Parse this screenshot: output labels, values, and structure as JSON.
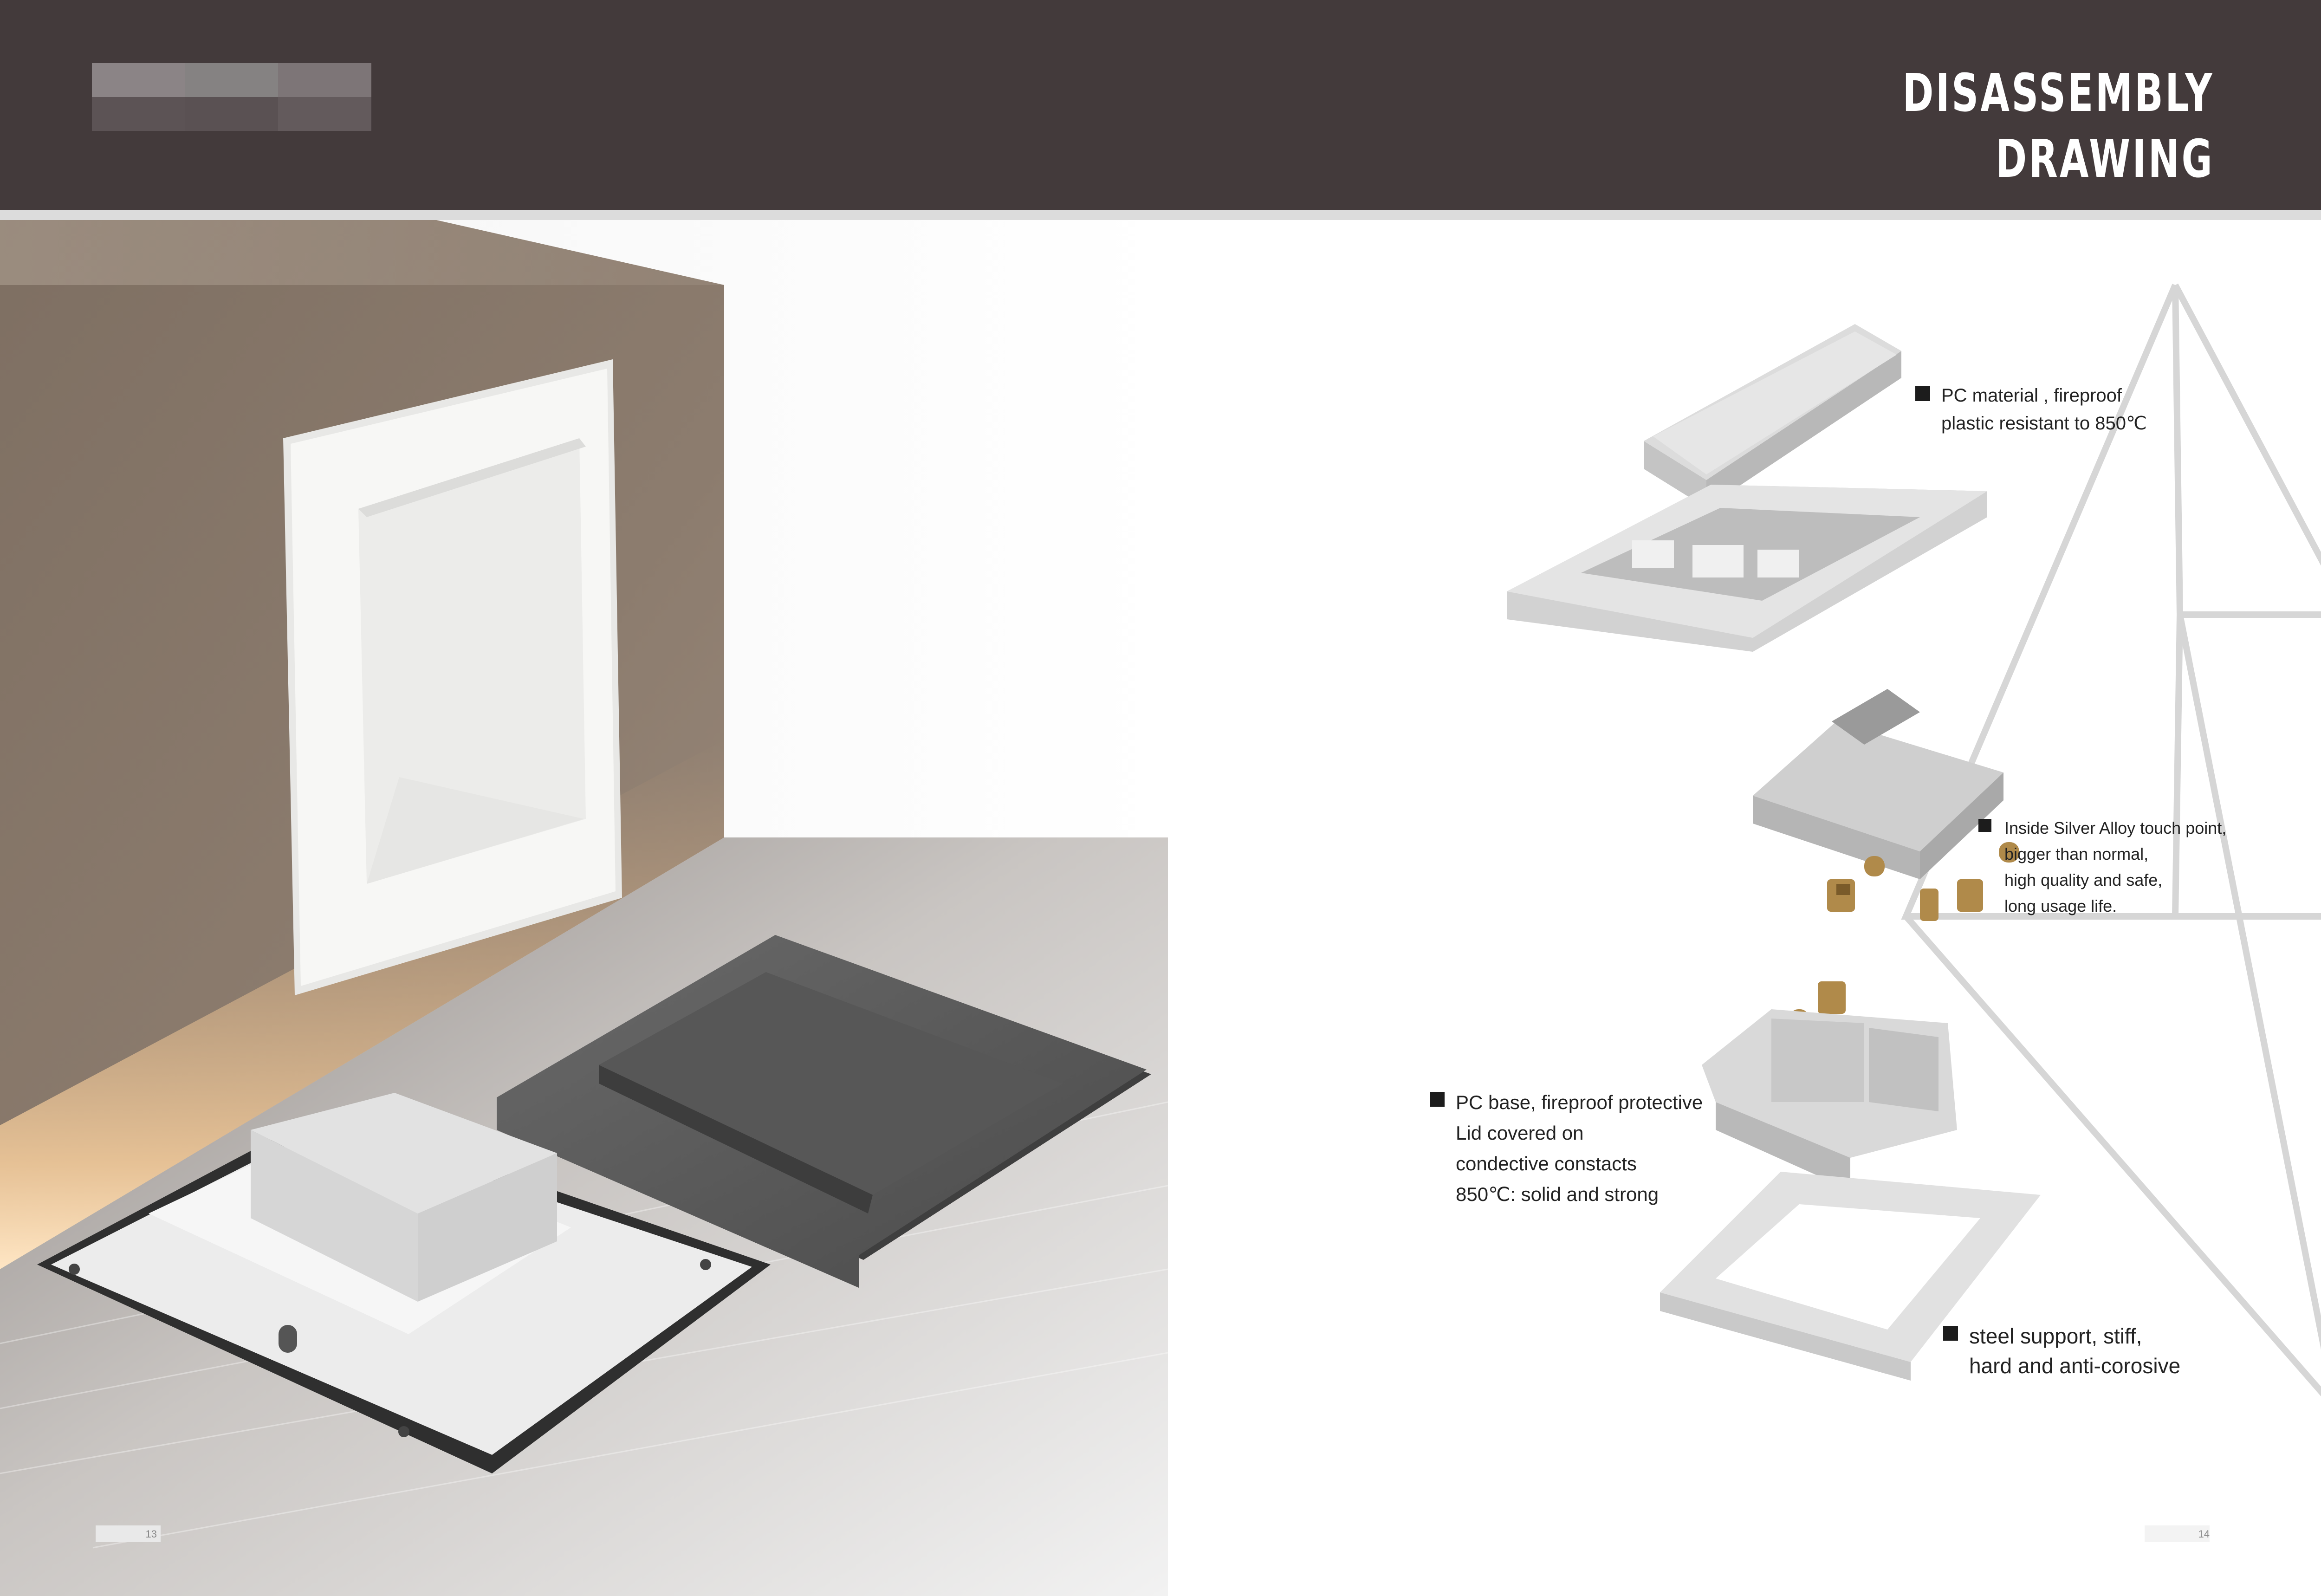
{
  "header": {
    "title_line1": "DISASSEMBLY",
    "title_line2": "DRAWING"
  },
  "callouts": {
    "top": [
      "PC material , fireproof",
      "plastic resistant to 850℃"
    ],
    "contacts": [
      "Inside Silver Alloy touch point,",
      "bigger than normal,",
      "high quality and safe,",
      "long usage life."
    ],
    "base": [
      "PC base, fireproof protective",
      "Lid covered on",
      "condective constacts",
      "850℃: solid and strong"
    ],
    "support": [
      "steel support,  stiff,",
      "hard and anti-corosive"
    ]
  },
  "pages": {
    "left": "13",
    "right": "14"
  },
  "colors": {
    "header_bg": "#433a3b",
    "title": "#ffffff",
    "bullet": "#1c1c1c"
  }
}
